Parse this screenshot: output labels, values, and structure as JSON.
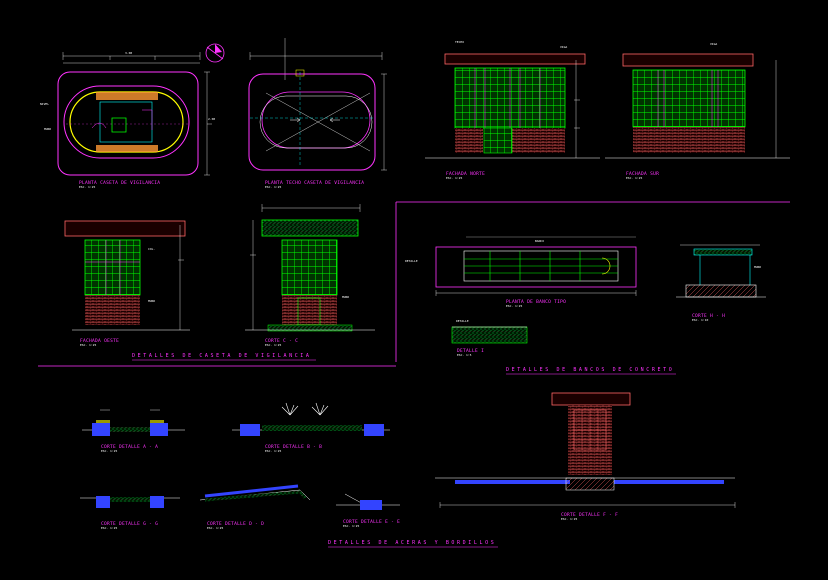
{
  "colors": {
    "background": "#000000",
    "label": "#ff33ff",
    "dimension": "#ffffff",
    "window_green": "#00ff00",
    "brick_red": "#ff6666",
    "wall_cyan": "#00ffff",
    "roof_yellow": "#ffff00",
    "outline_magenta": "#ff33ff",
    "water_blue": "#3344ff"
  },
  "north_arrow": {
    "icon": "north-arrow-icon"
  },
  "views": {
    "plan": {
      "label": "PLANTA CASETA DE VIGILANCIA",
      "scale": "ESC. 1:25"
    },
    "roof_plan": {
      "label": "PLANTA TECHO CASETA DE VIGILANCIA",
      "scale": "ESC. 1:25"
    },
    "north_elevation": {
      "label": "FACHADA NORTE",
      "scale": "ESC. 1:25"
    },
    "south_elevation": {
      "label": "FACHADA SUR",
      "scale": "ESC. 1:25"
    },
    "west_elevation": {
      "label": "FACHADA OESTE",
      "scale": "ESC. 1:25"
    },
    "section_c": {
      "label": "CORTE C - C",
      "scale": "ESC. 1:25"
    },
    "bench_plan": {
      "label": "PLANTA DE BANCO TIPO",
      "scale": "ESC. 1:25"
    },
    "section_h": {
      "label": "CORTE H - H",
      "scale": "ESC. 1:10"
    },
    "detail_1": {
      "label": "DETALLE I",
      "scale": "ESC. 1:5"
    },
    "section_a": {
      "label": "CORTE DETALLE A - A",
      "scale": "ESC. 1:25"
    },
    "section_b": {
      "label": "CORTE DETALLE B - B",
      "scale": "ESC. 1:25"
    },
    "section_g": {
      "label": "CORTE DETALLE G - G",
      "scale": "ESC. 1:25"
    },
    "section_d": {
      "label": "CORTE DETALLE D - D",
      "scale": "ESC. 1:25"
    },
    "section_e": {
      "label": "CORTE DETALLE E - E",
      "scale": "ESC. 1:25"
    },
    "section_f": {
      "label": "CORTE DETALLE F - F",
      "scale": "ESC. 1:25"
    }
  },
  "group_titles": {
    "booth": "DETALLES DE CASETA DE VIGILANCIA",
    "benches": "DETALLES DE BANCOS DE CONCRETO",
    "sidewalks": "DETALLES DE ACERAS Y BORDILLOS"
  }
}
